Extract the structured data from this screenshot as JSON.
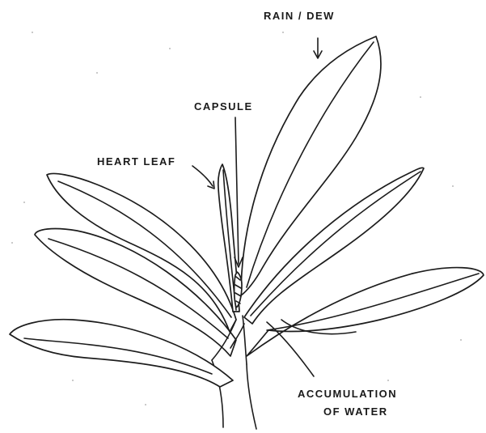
{
  "diagram": {
    "labels": {
      "rain_dew": "RAIN / DEW",
      "capsule": "CAPSULE",
      "heart_leaf": "HEART LEAF",
      "accumulation_line1": "ACCUMULATION",
      "accumulation_line2": "OF WATER"
    },
    "colors": {
      "ink": "#1c1c1c",
      "paper": "#ffffff",
      "speckle": "#b9b9b9"
    }
  }
}
